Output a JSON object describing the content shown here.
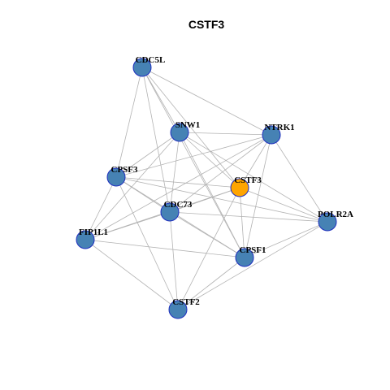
{
  "title": "CSTF3",
  "colors": {
    "node_default": "#4682b4",
    "node_focus": "#ffa500",
    "node_border": "#1f2fbf",
    "edge": "#b3b3b3"
  },
  "nodes": [
    {
      "id": "CDC5L",
      "label": "CDC5L",
      "focus": false
    },
    {
      "id": "SNW1",
      "label": "SNW1",
      "focus": false
    },
    {
      "id": "NTRK1",
      "label": "NTRK1",
      "focus": false
    },
    {
      "id": "CPSF3",
      "label": "CPSF3",
      "focus": false
    },
    {
      "id": "CSTF3",
      "label": "CSTF3",
      "focus": true
    },
    {
      "id": "CDC73",
      "label": "CDC73",
      "focus": false
    },
    {
      "id": "POLR2A",
      "label": "POLR2A",
      "focus": false
    },
    {
      "id": "FIP1L1",
      "label": "FIP1L1",
      "focus": false
    },
    {
      "id": "CPSF1",
      "label": "CPSF1",
      "focus": false
    },
    {
      "id": "CSTF2",
      "label": "CSTF2",
      "focus": false
    }
  ],
  "edges": [
    [
      "CDC5L",
      "SNW1"
    ],
    [
      "CDC5L",
      "NTRK1"
    ],
    [
      "CDC5L",
      "CPSF3"
    ],
    [
      "CDC5L",
      "CSTF3"
    ],
    [
      "CDC5L",
      "CDC73"
    ],
    [
      "CDC5L",
      "CPSF1"
    ],
    [
      "SNW1",
      "NTRK1"
    ],
    [
      "SNW1",
      "CPSF3"
    ],
    [
      "SNW1",
      "CSTF3"
    ],
    [
      "SNW1",
      "CDC73"
    ],
    [
      "SNW1",
      "POLR2A"
    ],
    [
      "SNW1",
      "FIP1L1"
    ],
    [
      "SNW1",
      "CPSF1"
    ],
    [
      "NTRK1",
      "CPSF3"
    ],
    [
      "NTRK1",
      "CSTF3"
    ],
    [
      "NTRK1",
      "CDC73"
    ],
    [
      "NTRK1",
      "POLR2A"
    ],
    [
      "NTRK1",
      "FIP1L1"
    ],
    [
      "NTRK1",
      "CPSF1"
    ],
    [
      "CPSF3",
      "CSTF3"
    ],
    [
      "CPSF3",
      "CDC73"
    ],
    [
      "CPSF3",
      "POLR2A"
    ],
    [
      "CPSF3",
      "FIP1L1"
    ],
    [
      "CPSF3",
      "CPSF1"
    ],
    [
      "CPSF3",
      "CSTF2"
    ],
    [
      "CSTF3",
      "CDC73"
    ],
    [
      "CSTF3",
      "POLR2A"
    ],
    [
      "CSTF3",
      "FIP1L1"
    ],
    [
      "CSTF3",
      "CPSF1"
    ],
    [
      "CSTF3",
      "CSTF2"
    ],
    [
      "CDC73",
      "POLR2A"
    ],
    [
      "CDC73",
      "FIP1L1"
    ],
    [
      "CDC73",
      "CPSF1"
    ],
    [
      "CDC73",
      "CSTF2"
    ],
    [
      "POLR2A",
      "CPSF1"
    ],
    [
      "POLR2A",
      "CSTF2"
    ],
    [
      "FIP1L1",
      "CPSF1"
    ],
    [
      "FIP1L1",
      "CSTF2"
    ],
    [
      "CPSF1",
      "CSTF2"
    ]
  ]
}
